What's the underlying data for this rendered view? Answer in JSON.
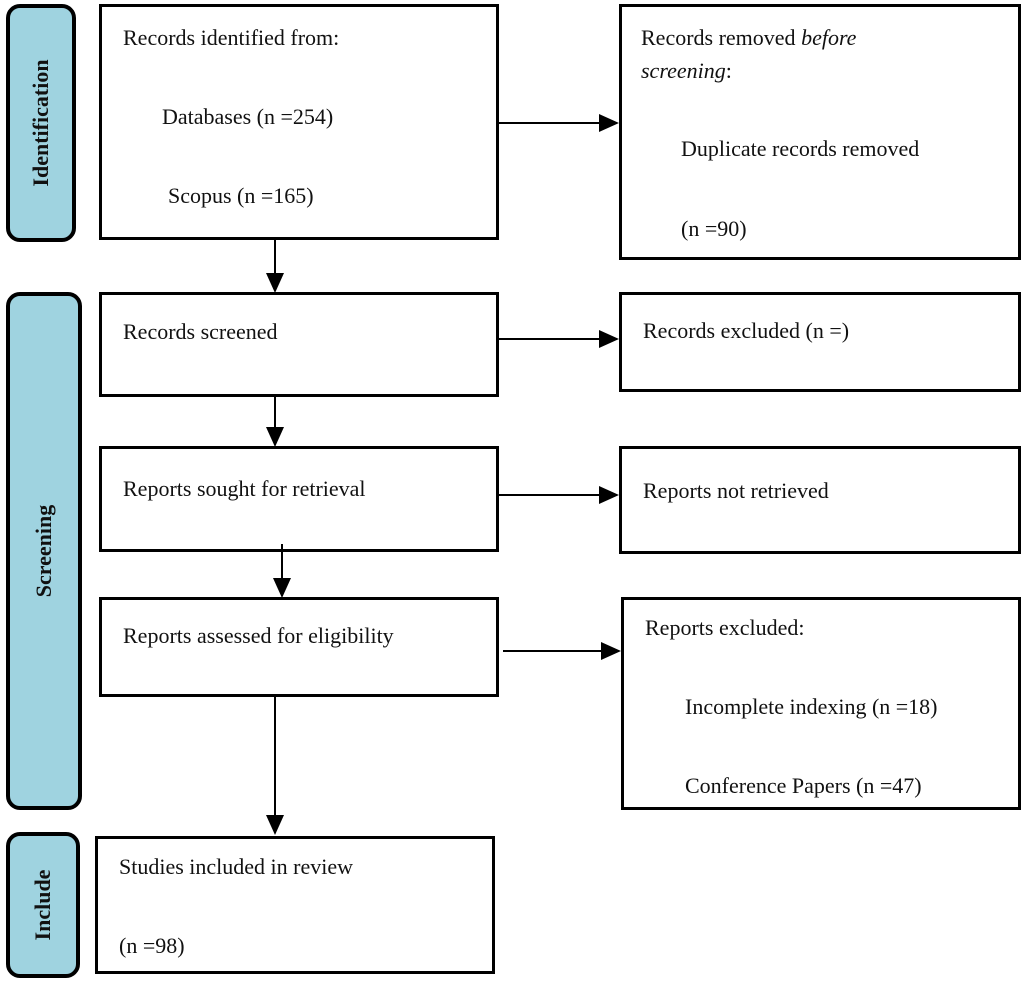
{
  "phases": {
    "identification": "Identification",
    "screening": "Screening",
    "include": "Include"
  },
  "identified": {
    "title": "Records identified from:",
    "databases": "Databases (n =254)",
    "scopus": "Scopus (n =165)"
  },
  "removed": {
    "title_prefix": "Records removed ",
    "title_italic_1": "before",
    "title_italic_2": "screening",
    "title_suffix": ":",
    "duplicates": "Duplicate records removed",
    "count": "(n =90)"
  },
  "screened": {
    "title": "Records screened"
  },
  "excluded": {
    "title": "Records excluded (n =)"
  },
  "sought": {
    "title": "Reports sought for retrieval"
  },
  "not_retrieved": {
    "title": "Reports not retrieved"
  },
  "assessed": {
    "title": "Reports assessed for eligibility"
  },
  "reports_excluded": {
    "title": "Reports excluded:",
    "incomplete": "Incomplete indexing (n =18)",
    "conference": "Conference Papers (n =47)"
  },
  "included": {
    "title": "Studies included in review",
    "count": "(n =98)"
  }
}
